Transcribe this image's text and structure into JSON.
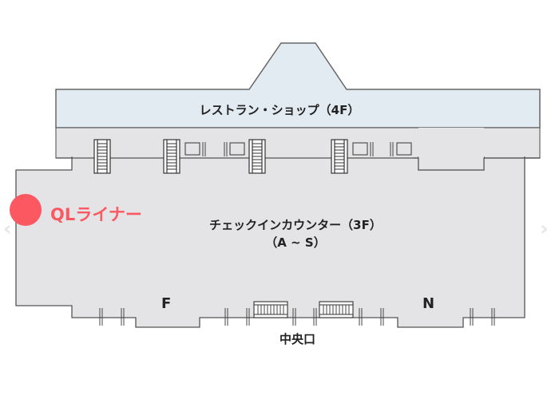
{
  "map": {
    "areas": {
      "restaurant_shop": "レストラン・ショップ（4F）",
      "checkin_line1": "チェックインカウンター（3F）",
      "checkin_line2": "（A ~ S）",
      "gate_F": "F",
      "gate_N": "N",
      "central_entrance": "中央口"
    },
    "marker": {
      "label": "QLライナー",
      "color": "#fb5862"
    },
    "colors": {
      "upper_floor": "#e2eaf2",
      "main_floor": "#e4e4e6",
      "outline": "#555555"
    },
    "nav": {
      "prev": "‹",
      "next": "›"
    }
  }
}
